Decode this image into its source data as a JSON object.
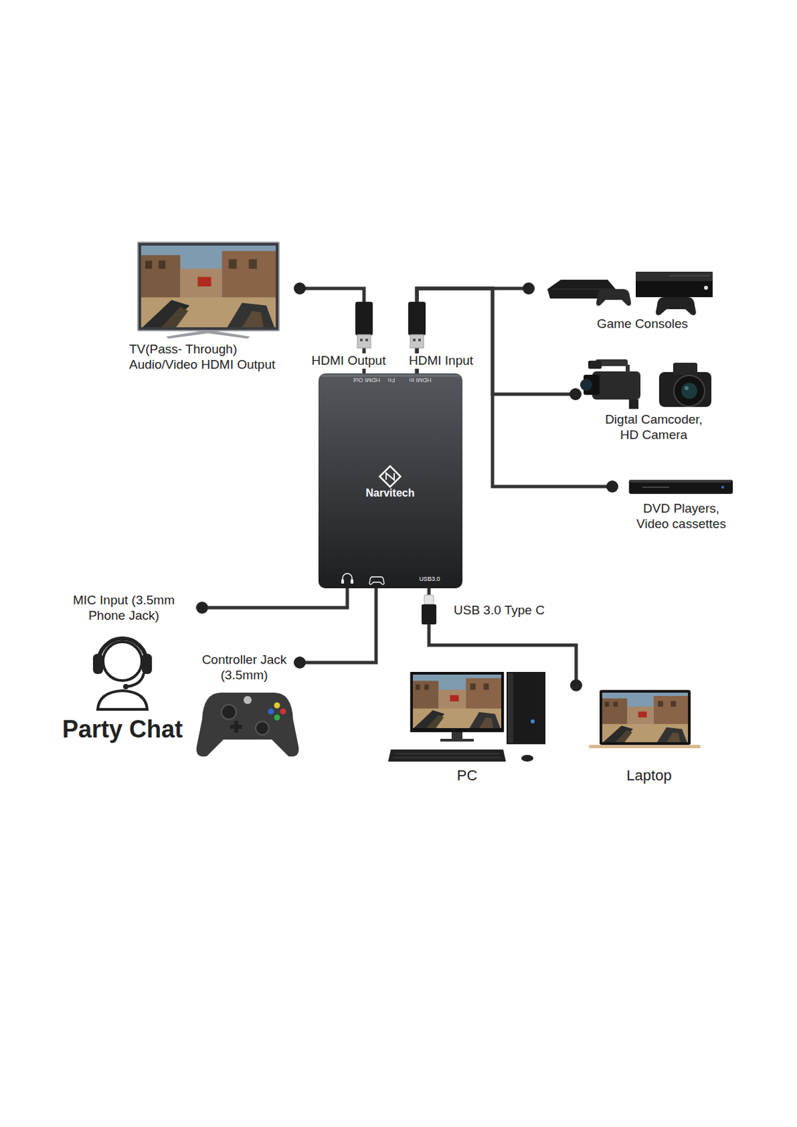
{
  "diagram": {
    "nodes": [
      {
        "text": [
          "TV(Pass- Through) Audio/Video HDMI Output"
        ]
      },
      {
        "text": [
          "HDMI Out",
          "Fn",
          "HDMI In",
          "USB3.0",
          "Narvitech"
        ]
      },
      {
        "text": [
          "Game Consoles"
        ]
      },
      {
        "text": [
          "Digtal Camcoder, HD Camera"
        ]
      },
      {
        "text": [
          "DVD Players, Video cassettes"
        ]
      },
      {
        "text": [
          "MIC Input (3.5mm Phone Jack)",
          "Party Chat"
        ]
      },
      {
        "text": [
          "Controller Jack (3.5mm)"
        ]
      },
      {
        "text": [
          "PC"
        ]
      },
      {
        "text": [
          "Laptop"
        ]
      }
    ],
    "edges": [
      {
        "from": 1,
        "to": 0,
        "label": "HDMI Output",
        "arrow": "none"
      },
      {
        "from": 1,
        "to": 2,
        "label": "HDMI Input",
        "arrow": "none"
      },
      {
        "from": 1,
        "to": 3,
        "arrow": "none"
      },
      {
        "from": 1,
        "to": 4,
        "arrow": "none"
      },
      {
        "from": 1,
        "to": 5,
        "arrow": "none"
      },
      {
        "from": 1,
        "to": 6,
        "arrow": "none"
      },
      {
        "from": 1,
        "to": 8,
        "label": "USB 3.0 Type C",
        "arrow": "none"
      }
    ]
  }
}
